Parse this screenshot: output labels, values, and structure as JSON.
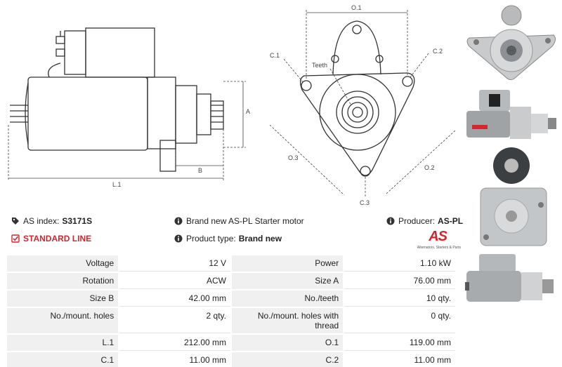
{
  "diagram_labels": {
    "l1": "L.1",
    "a": "A",
    "b": "B",
    "o1": "O.1",
    "o2": "O.2",
    "o3": "O.3",
    "c1": "C.1",
    "c2": "C.2",
    "c3": "C.3",
    "teeth": "Teeth"
  },
  "info": {
    "as_index_label": "AS index:",
    "as_index_value": "S3171S",
    "description": "Brand new AS-PL Starter motor",
    "producer_label": "Producer:",
    "producer_value": "AS-PL",
    "standard_line": "STANDARD LINE",
    "product_type_label": "Product type:",
    "product_type_value": "Brand new"
  },
  "logo": {
    "mark": "AS",
    "tagline": "Alternators, Starters & Parts"
  },
  "specs": [
    [
      {
        "k": "Voltage",
        "v": "12 V"
      },
      {
        "k": "Power",
        "v": "1.10 kW"
      }
    ],
    [
      {
        "k": "Rotation",
        "v": "ACW"
      },
      {
        "k": "Size A",
        "v": "76.00 mm"
      }
    ],
    [
      {
        "k": "Size B",
        "v": "42.00 mm"
      },
      {
        "k": "No./teeth",
        "v": "10 qty."
      }
    ],
    [
      {
        "k": "No./mount. holes",
        "v": "2 qty."
      },
      {
        "k": "No./mount. holes with thread",
        "v": "0 qty."
      }
    ],
    [
      {
        "k": "L.1",
        "v": "212.00 mm"
      },
      {
        "k": "O.1",
        "v": "119.00 mm"
      }
    ],
    [
      {
        "k": "C.1",
        "v": "11.00 mm"
      },
      {
        "k": "C.2",
        "v": "11.00 mm"
      }
    ]
  ],
  "colors": {
    "brand_red": "#d9232d",
    "key_cell": "#f0f0f0",
    "line": "#333333"
  },
  "icons": [
    "tag-icon",
    "info-icon",
    "check-square-icon"
  ]
}
